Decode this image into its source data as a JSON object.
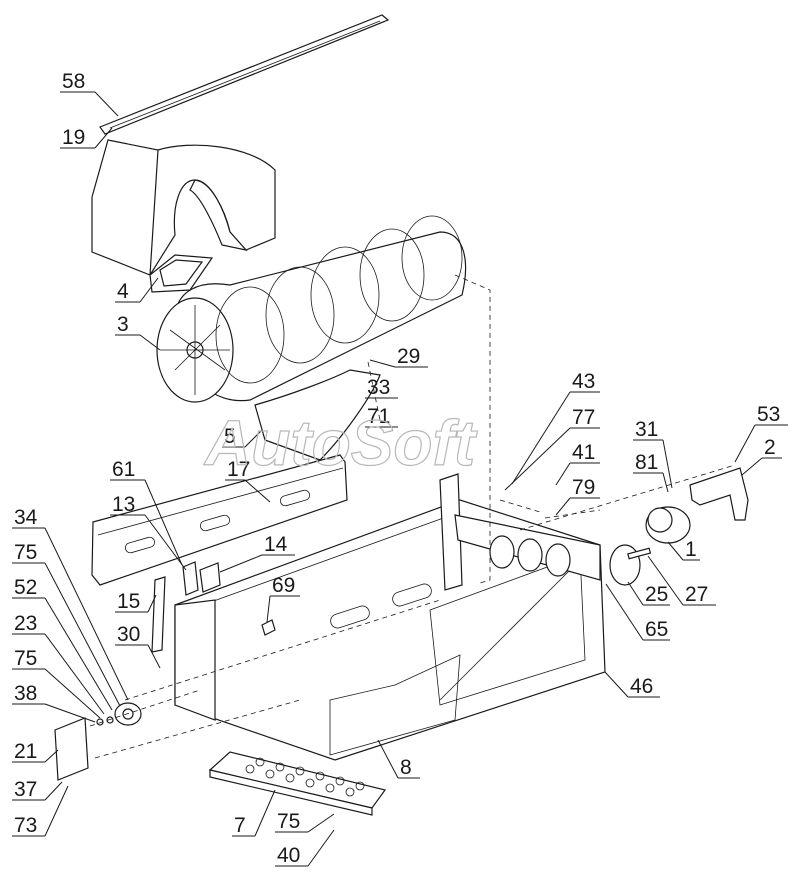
{
  "watermark": "AutoSoft",
  "callouts": [
    "58",
    "19",
    "4",
    "3",
    "29",
    "33",
    "71",
    "5",
    "43",
    "77",
    "41",
    "79",
    "31",
    "81",
    "53",
    "2",
    "61",
    "13",
    "17",
    "14",
    "34",
    "75",
    "52",
    "23",
    "75",
    "38",
    "15",
    "30",
    "69",
    "1",
    "27",
    "25",
    "65",
    "46",
    "21",
    "37",
    "73",
    "7",
    "75",
    "40",
    "8"
  ]
}
